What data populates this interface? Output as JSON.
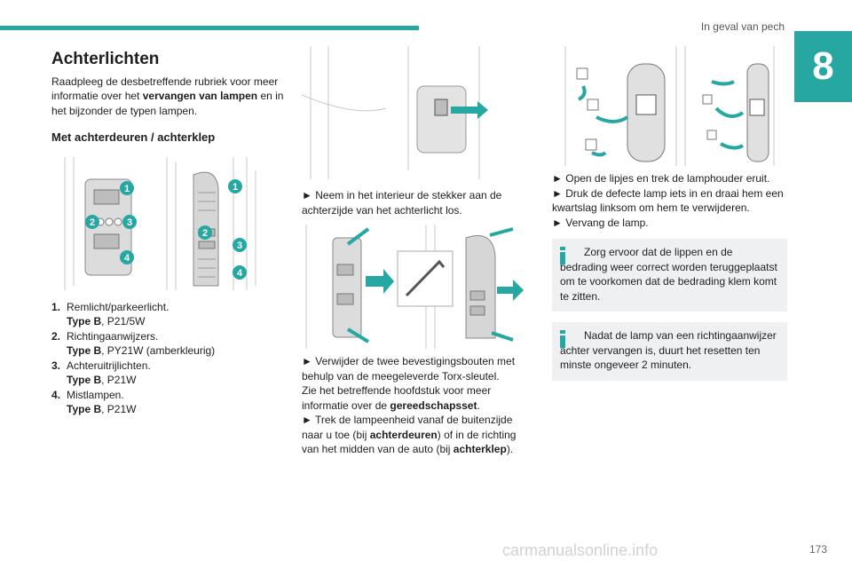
{
  "header": {
    "title": "In geval van pech",
    "chapter": "8"
  },
  "accent_color": "#26a7a1",
  "col1": {
    "title": "Achterlichten",
    "intro_a": "Raadpleeg de desbetreffende rubriek voor meer informatie over het ",
    "intro_bold": "vervangen van lampen",
    "intro_b": " en in het bijzonder de typen lampen.",
    "subtitle": "Met achterdeuren / achterklep",
    "callouts": [
      "1",
      "2",
      "3",
      "4"
    ],
    "items": [
      {
        "num": "1.",
        "name": "Remlicht/parkeerlicht.",
        "type_label": "Type B",
        "type_value": ", P21/5W"
      },
      {
        "num": "2.",
        "name": "Richtingaanwijzers.",
        "type_label": "Type B",
        "type_value": ", PY21W (amberkleurig)"
      },
      {
        "num": "3.",
        "name": "Achteruitrijlichten.",
        "type_label": "Type B",
        "type_value": ", P21W"
      },
      {
        "num": "4.",
        "name": "Mistlampen.",
        "type_label": "Type B",
        "type_value": ", P21W"
      }
    ]
  },
  "col2": {
    "step1": "Neem in het interieur de stekker aan de achterzijde van het achterlicht los.",
    "step2": "Verwijder de twee bevestigingsbouten met behulp van de meegeleverde Torx-sleutel.",
    "note_a": "Zie het betreffende hoofdstuk voor meer informatie over de ",
    "note_bold": "gereedschapsset",
    "note_b": ".",
    "step3_a": "Trek de lampeenheid vanaf de buitenzijde naar u toe (bij ",
    "step3_bold1": "achterdeuren",
    "step3_b": ") of in de richting van het midden van de auto (bij ",
    "step3_bold2": "achterklep",
    "step3_c": ")."
  },
  "col3": {
    "step1": "Open de lipjes en trek de lamphouder eruit.",
    "step2": "Druk de defecte lamp iets in en draai hem een kwartslag linksom om hem te verwijderen.",
    "step3": "Vervang de lamp.",
    "info1": "Zorg ervoor dat de lippen en de bedrading weer correct worden teruggeplaatst om te voorkomen dat de bedrading klem komt te zitten.",
    "info2": "Nadat de lamp van een richtingaanwijzer achter vervangen is, duurt het resetten ten minste ongeveer 2 minuten."
  },
  "arrow_glyph": "►",
  "footer": {
    "watermark": "carmanualsonline.info",
    "page": "173"
  }
}
